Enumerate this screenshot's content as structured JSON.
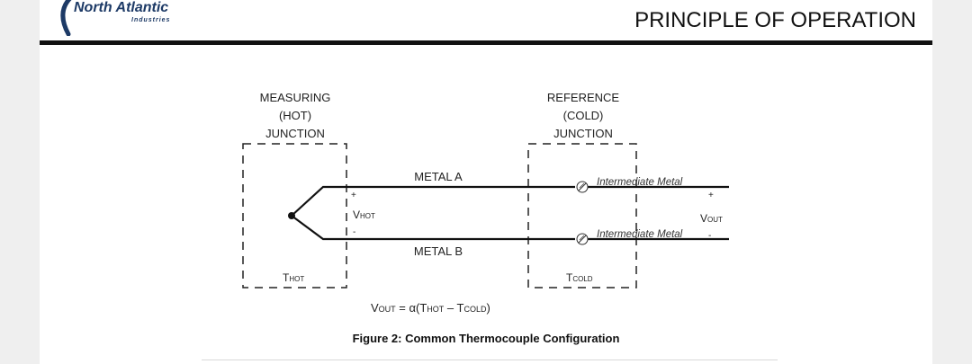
{
  "header": {
    "logo_name": "North Atlantic",
    "logo_sub": "Industries",
    "title": "PRINCIPLE OF OPERATION"
  },
  "diagram": {
    "hot_label": [
      "MEASURING",
      "(HOT)",
      "JUNCTION"
    ],
    "ref_label": [
      "REFERENCE",
      "(COLD)",
      "JUNCTION"
    ],
    "metal_a": "METAL A",
    "metal_b": "METAL B",
    "intermediate_top": "Intermediate Metal",
    "intermediate_bottom": "Intermediate Metal",
    "vhot_main": "V",
    "vhot_sub": "HOT",
    "vout_main": "V",
    "vout_sub": "OUT",
    "thot_main": "T",
    "thot_sub": "HOT",
    "tcold_main": "T",
    "tcold_sub": "COLD",
    "plus": "+",
    "minus": "-",
    "minus_right": "-",
    "equation": {
      "v": "V",
      "vsub": "OUT",
      "mid": " = α(T",
      "hsub": "HOT",
      "dash": " – T",
      "csub": "COLD",
      "end": ")"
    }
  },
  "caption": "Figure 2: Common Thermocouple Configuration"
}
